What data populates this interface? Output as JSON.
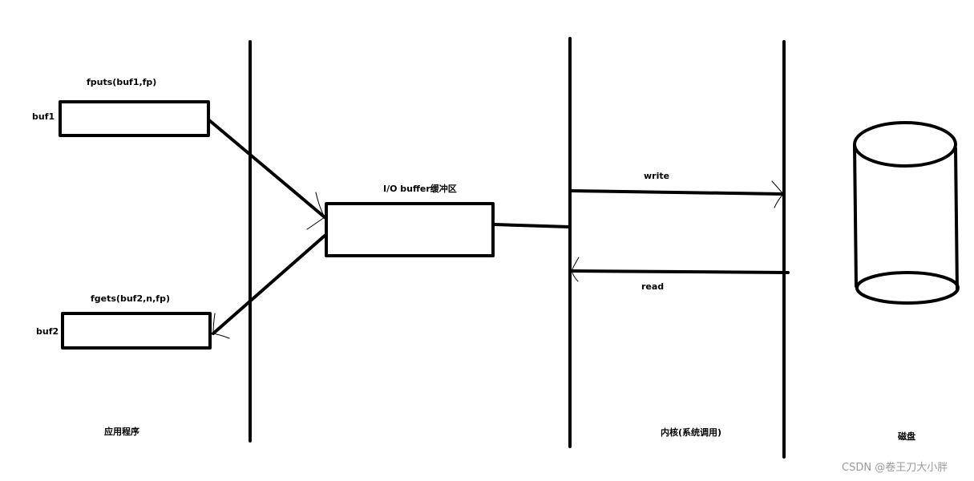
{
  "labels": {
    "fputs_call": "fputs(buf1,fp)",
    "buf1": "buf1",
    "fgets_call": "fgets(buf2,n,fp)",
    "buf2": "buf2",
    "io_buffer": "I/O buffer缓冲区",
    "write": "write",
    "read": "read",
    "app_section": "应用程序",
    "kernel_section": "内核(系统调用)",
    "disk_section": "磁盘"
  },
  "watermark": "CSDN @卷王刀大小胖",
  "colors": {
    "ink": "#000000",
    "background": "#ffffff",
    "watermark": "#9a9a9a"
  }
}
